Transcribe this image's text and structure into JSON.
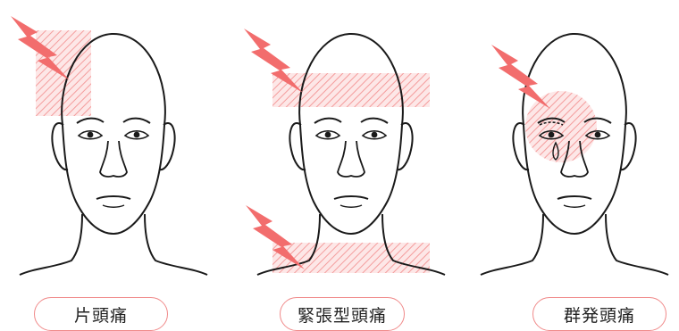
{
  "panels": [
    {
      "label": "片頭痛"
    },
    {
      "label": "緊張型頭痛"
    },
    {
      "label": "群発頭痛"
    }
  ],
  "colors": {
    "outline": "#1a1a1a",
    "pain_hatch": "#f28b8b",
    "lightning": "#f26d6d",
    "label_border": "#f08a8a",
    "background": "#ffffff"
  },
  "icons": [
    "lightning-bolt-icon",
    "face-outline",
    "pain-area-hatch",
    "tear-drop-icon"
  ]
}
